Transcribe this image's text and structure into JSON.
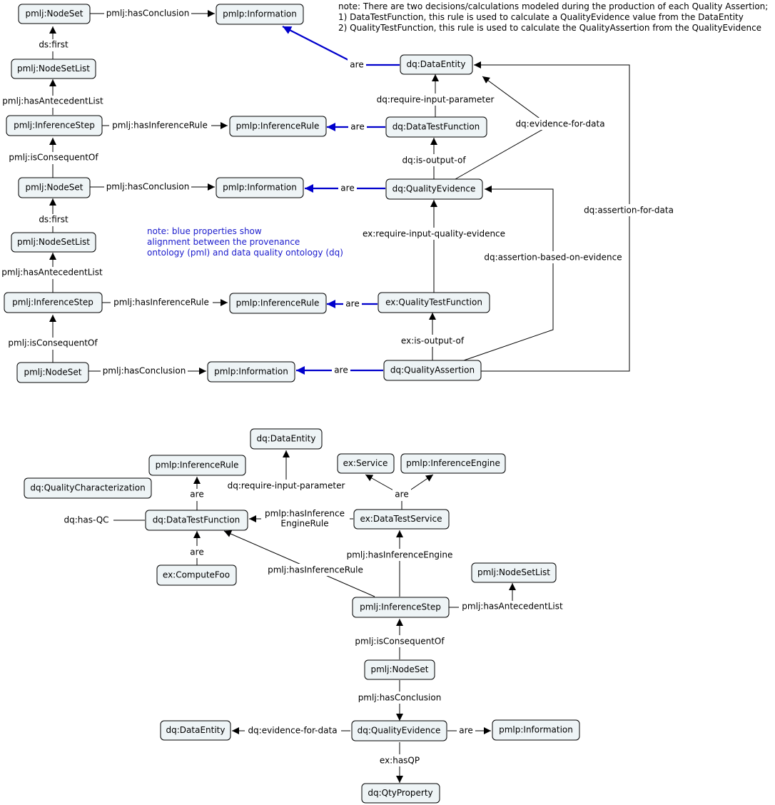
{
  "top_note": {
    "line1": "note: There are two decisions/calculations modeled during the production of each Quality Assertion;",
    "line2": "1) DataTestFunction, this rule is used to calculate a QualityEvidence value from the DataEntity",
    "line3": "2) QualityTestFunction, this rule is used to calculate the QualityAssertion from the QualityEvidence"
  },
  "blue_note": {
    "line1": "note: blue properties show",
    "line2": "alignment between the provenance",
    "line3": "ontology (pml) and data quality ontology (dq)"
  },
  "nodes": {
    "t_nodeset1": "pmlj:NodeSet",
    "t_info1": "pmlp:Information",
    "t_nodesetlist1": "pmlj:NodeSetList",
    "t_infstep1": "pmlj:InferenceStep",
    "t_infrule1": "pmlp:InferenceRule",
    "t_nodeset2": "pmlj:NodeSet",
    "t_info2": "pmlp:Information",
    "t_nodesetlist2": "pmlj:NodeSetList",
    "t_infstep2": "pmlj:InferenceStep",
    "t_infrule2": "pmlp:InferenceRule",
    "t_nodeset3": "pmlj:NodeSet",
    "t_info3": "pmlp:Information",
    "t_dataentity": "dq:DataEntity",
    "t_datatestfn": "dq:DataTestFunction",
    "t_qualevidence": "dq:QualityEvidence",
    "t_qualtestfn": "ex:QualityTestFunction",
    "t_qualassertion": "dq:QualityAssertion",
    "b_dataentity": "dq:DataEntity",
    "b_infrule": "pmlp:InferenceRule",
    "b_qualchar": "dq:QualityCharacterization",
    "b_datatestfn": "dq:DataTestFunction",
    "b_computefoo": "ex:ComputeFoo",
    "b_service": "ex:Service",
    "b_infengine": "pmlp:InferenceEngine",
    "b_datatestservice": "ex:DataTestService",
    "b_nodesetlist": "pmlj:NodeSetList",
    "b_infstep": "pmlj:InferenceStep",
    "b_nodeset": "pmlj:NodeSet",
    "b_dataentity2": "dq:DataEntity",
    "b_qualevidence": "dq:QualityEvidence",
    "b_info": "pmlp:Information",
    "b_qtyproperty": "dq:QtyProperty"
  },
  "labels": {
    "t_hasconclusion1": "pmlj:hasConclusion",
    "t_dsfirst1": "ds:first",
    "t_hasantlist1": "pmlj:hasAntecedentList",
    "t_hasinfrule1": "pmlj:hasInferenceRule",
    "t_isconseq1": "pmlj:isConsequentOf",
    "t_hasconclusion2": "pmlj:hasConclusion",
    "t_dsfirst2": "ds:first",
    "t_hasantlist2": "pmlj:hasAntecedentList",
    "t_hasinfrule2": "pmlj:hasInferenceRule",
    "t_isconseq2": "pmlj:isConsequentOf",
    "t_hasconclusion3": "pmlj:hasConclusion",
    "t_are1": "are",
    "t_are2": "are",
    "t_are3": "are",
    "t_are4": "are",
    "t_are5": "are",
    "t_reqinput": "dq:require-input-parameter",
    "t_isoutput": "dq:is-output-of",
    "t_evfordata": "dq:evidence-for-data",
    "t_assertfordata": "dq:assertion-for-data",
    "t_reqinputqe": "ex:require-input-quality-evidence",
    "t_assertbasedev": "dq:assertion-based-on-evidence",
    "t_exisoutput": "ex:is-output-of",
    "b_are1": "are",
    "b_are2": "are",
    "b_are3": "are",
    "b_are4": "are",
    "b_reqinput": "dq:require-input-parameter",
    "b_hasqc": "dq:has-QC",
    "b_hasinfeng_rule1": "pmlp:hasInference",
    "b_hasinfeng_rule2": "EngineRule",
    "b_hasinfengine": "pmlj:hasInferenceEngine",
    "b_hasinfrule": "pmlj:hasInferenceRule",
    "b_hasantlist": "pmlj:hasAntecedentList",
    "b_isconseq": "pmlj:isConsequentOf",
    "b_hasconclusion": "pmlj:hasConclusion",
    "b_evfordata": "dq:evidence-for-data",
    "b_hasqp": "ex:hasQP"
  },
  "colors": {
    "node_fill": "#eef4f6",
    "alignment_edge": "#0000cc",
    "blue_note": "#1a1acc"
  }
}
